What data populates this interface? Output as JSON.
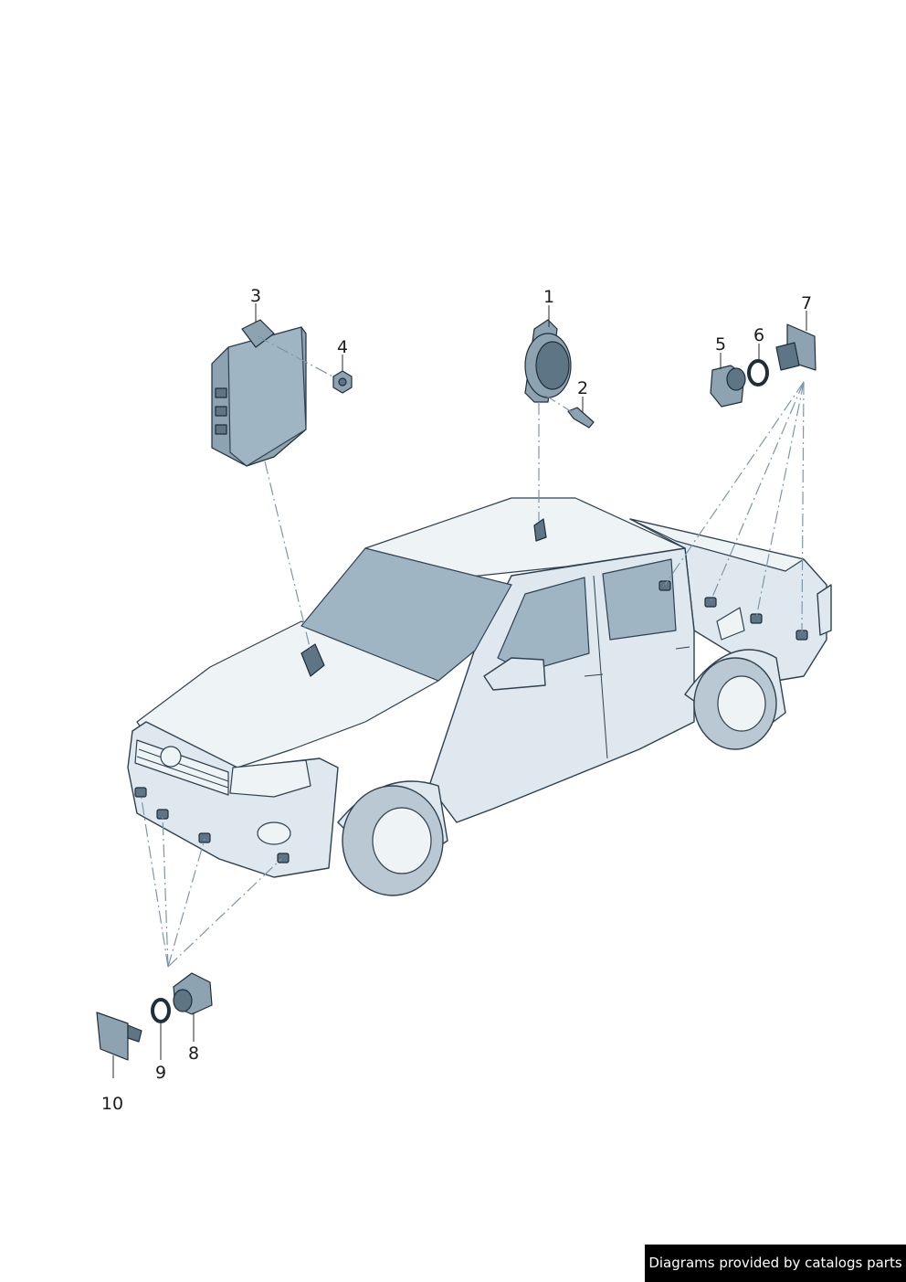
{
  "diagram": {
    "callouts": [
      {
        "id": "1",
        "label": "1"
      },
      {
        "id": "2",
        "label": "2"
      },
      {
        "id": "3",
        "label": "3"
      },
      {
        "id": "4",
        "label": "4"
      },
      {
        "id": "5",
        "label": "5"
      },
      {
        "id": "6",
        "label": "6"
      },
      {
        "id": "7",
        "label": "7"
      },
      {
        "id": "8",
        "label": "8"
      },
      {
        "id": "9",
        "label": "9"
      },
      {
        "id": "10",
        "label": "10"
      }
    ]
  },
  "footer": {
    "credit": "Diagrams provided by catalogs parts"
  },
  "colors": {
    "body": "#dfe8ee",
    "outline": "#2e4150",
    "glass": "#9fb5c4",
    "part_dark": "#5e7586",
    "dash": "#7c97aa",
    "credit_bg": "#000000"
  }
}
